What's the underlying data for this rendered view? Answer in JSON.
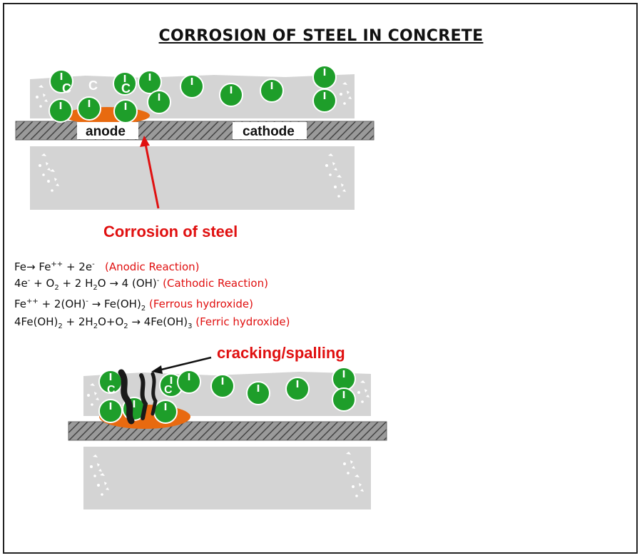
{
  "title": "CORROSION OF STEEL IN CONCRETE",
  "labels": {
    "anode": "anode",
    "cathode": "cathode",
    "corrosion": "Corrosion of steel",
    "cracking": "cracking/spalling"
  },
  "ion_letter": "C",
  "equations": [
    {
      "a": "Fe",
      "b": "→ Fe",
      "b_sup": "++",
      "c": " + 2e",
      "c_sup": "-",
      "note": "(Anodic Reaction)"
    },
    {
      "a": "4e",
      "a_sup": "-",
      "b": " + O",
      "b_sub": "2",
      "c": " + 2 H",
      "c_sub": "2",
      "d": "O → 4 (OH)",
      "d_sup": "-",
      "note": "(Cathodic Reaction)"
    },
    {
      "a": "Fe",
      "a_sup": "++",
      "b": " + 2(OH)",
      "b_sup": "-",
      "c": " → Fe(OH)",
      "c_sub": "2",
      "note": "(Ferrous hydroxide)"
    },
    {
      "a": "4Fe(OH)",
      "a_sub": "2",
      "b": " + 2H",
      "b_sub": "2",
      "c": "O+O",
      "c_sub": "2",
      "d": " → 4Fe(OH)",
      "d_sub": "3",
      "note": "(Ferric hydroxide)"
    }
  ],
  "colors": {
    "concrete": "#d4d4d4",
    "steel_hatch": "#555555",
    "ion_green": "#1e9e2a",
    "rust": "#e86a10",
    "accent_red": "#e01010",
    "crack": "#1a1a1a"
  }
}
